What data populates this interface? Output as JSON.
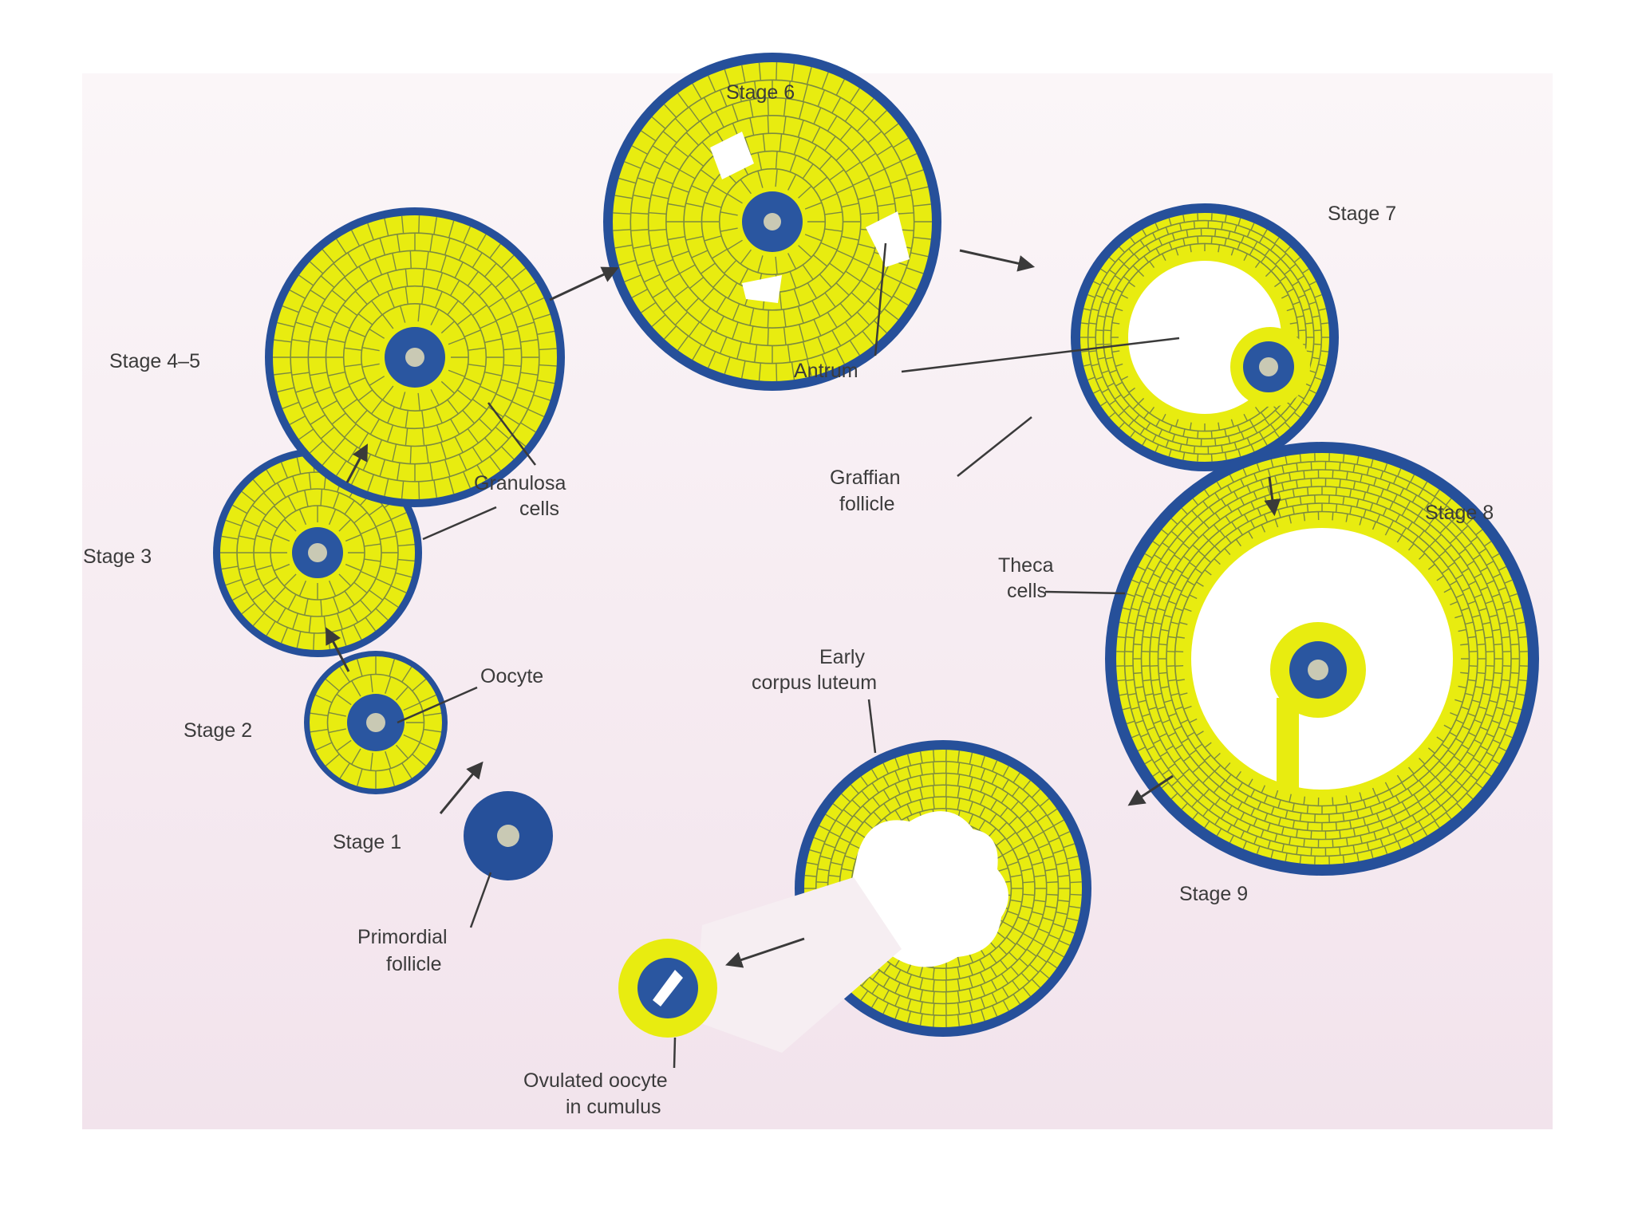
{
  "colors": {
    "page_background": "#ffffff",
    "panel_background_top": "#fbf6f8",
    "panel_background_bottom": "#f2e3ec",
    "theca_ring": "#26509a",
    "granulosa": "#e8ec10",
    "granulosa_cell_lines": "#7c8a40",
    "oocyte": "#2a56a0",
    "nucleus": "#c9c9b4",
    "antrum": "#ffffff",
    "leader_lines": "#3a3a3a"
  },
  "labels": {
    "stage1": "Stage 1",
    "stage2": "Stage 2",
    "stage3": "Stage 3",
    "stage45": "Stage 4–5",
    "stage6": "Stage 6",
    "stage7": "Stage 7",
    "stage8": "Stage 8",
    "stage9": "Stage 9",
    "primordial_follicle_l1": "Primordial",
    "primordial_follicle_l2": "follicle",
    "oocyte": "Oocyte",
    "granulosa_cells_l1": "Granulosa",
    "granulosa_cells_l2": "cells",
    "antrum": "Antrum",
    "graafian_follicle_l1": "Graffian",
    "graafian_follicle_l2": "follicle",
    "theca_cells_l1": "Theca",
    "theca_cells_l2": "cells",
    "early_corpus_luteum_l1": "Early",
    "early_corpus_luteum_l2": "corpus luteum",
    "ovulated_oocyte_l1": "Ovulated oocyte",
    "ovulated_oocyte_l2": "in cumulus"
  }
}
